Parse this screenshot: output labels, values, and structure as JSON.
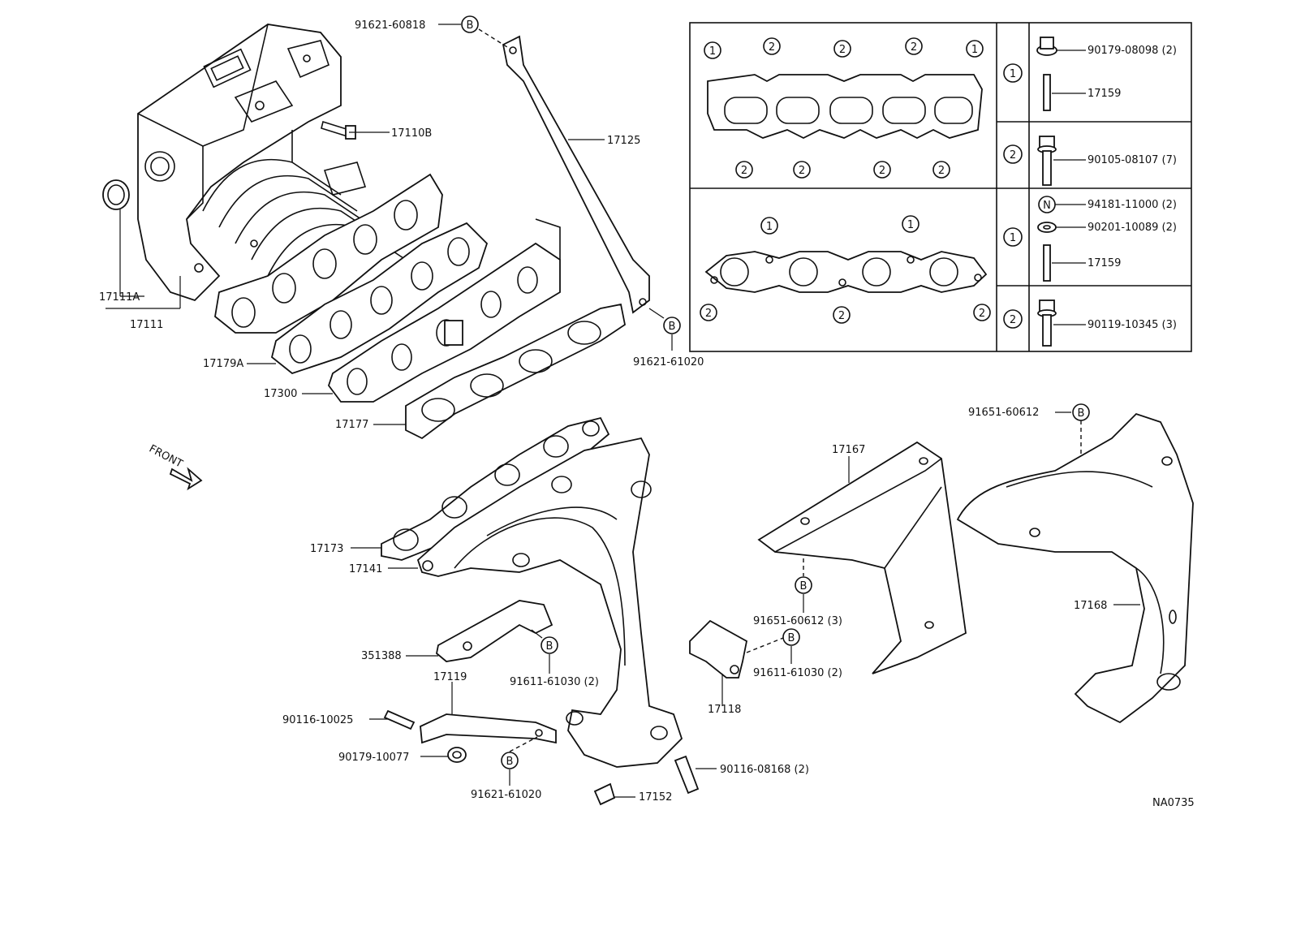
{
  "labels": {
    "p91621_60818": "91621-60818",
    "p17110B": "17110B",
    "p17125": "17125",
    "p17111A": "17111A",
    "p17111": "17111",
    "p17179A": "17179A",
    "p17300": "17300",
    "p17177": "17177",
    "p91621_61020_top": "91621-61020",
    "front": "FRONT",
    "p17173": "17173",
    "p17141": "17141",
    "p351388": "351388",
    "p17119": "17119",
    "p91611_61030_a": "91611-61030 (2)",
    "p90116_10025": "90116-10025",
    "p90179_10077": "90179-10077",
    "p91621_61020_bot": "91621-61020",
    "p17152": "17152",
    "p90116_08168": "90116-08168 (2)",
    "p17118": "17118",
    "p91611_61030_b": "91611-61030 (2)",
    "p91651_60612_3": "91651-60612 (3)",
    "p17167": "17167",
    "p91651_60612": "91651-60612",
    "p17168": "17168",
    "code": "NA0735"
  },
  "markers": {
    "b": "B",
    "n": "N",
    "one": "1",
    "two": "2"
  },
  "table": {
    "row1_1": "90179-08098 (2)",
    "row1_2": "17159",
    "row2_1": "90105-08107 (7)",
    "row3_1": "94181-11000 (2)",
    "row3_2": "90201-10089 (2)",
    "row3_3": "17159",
    "row4_1": "90119-10345 (3)"
  }
}
